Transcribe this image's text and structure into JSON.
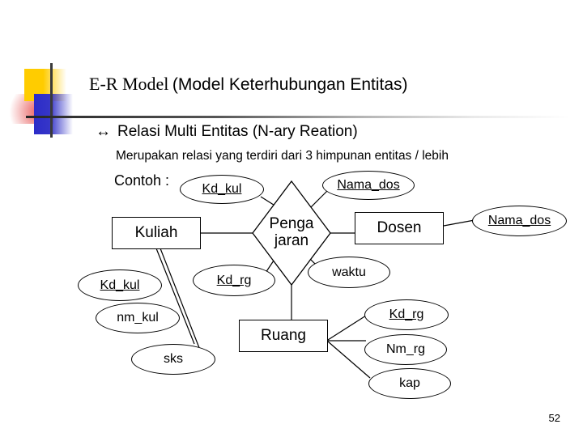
{
  "slide": {
    "page_number": "52",
    "title_serif": "E-R Model",
    "title_sans": "(Model Keterhubungan Entitas)",
    "bullet_arrow": "↔",
    "bullet_text": "Relasi Multi Entitas (N-ary Reation)",
    "sub_text": "Merupakan relasi yang terdiri dari 3 himpunan entitas / lebih",
    "example_label": "Contoh :"
  },
  "diagram": {
    "entities": [
      {
        "name": "kuliah",
        "label": "Kuliah"
      },
      {
        "name": "dosen",
        "label": "Dosen"
      },
      {
        "name": "ruang",
        "label": "Ruang"
      }
    ],
    "relationship": {
      "name": "pengajaran",
      "line1": "Penga",
      "line2": "jaran"
    },
    "attributes": [
      {
        "name": "kd-kul-top",
        "label": "Kd_kul",
        "key": true
      },
      {
        "name": "nama-dos-top",
        "label": "Nama_dos",
        "key": true
      },
      {
        "name": "nama-dos-right",
        "label": "Nama_dos",
        "key": true
      },
      {
        "name": "kd-kul-left",
        "label": "Kd_kul",
        "key": true
      },
      {
        "name": "nm-kul",
        "label": "nm_kul",
        "key": false
      },
      {
        "name": "sks",
        "label": "sks",
        "key": false
      },
      {
        "name": "kd-rg-mid",
        "label": "Kd_rg",
        "key": true
      },
      {
        "name": "waktu",
        "label": "waktu",
        "key": false
      },
      {
        "name": "kd-rg-right",
        "label": "Kd_rg",
        "key": true
      },
      {
        "name": "nm-rg",
        "label": "Nm_rg",
        "key": false
      },
      {
        "name": "kap",
        "label": "kap",
        "key": false
      }
    ]
  }
}
